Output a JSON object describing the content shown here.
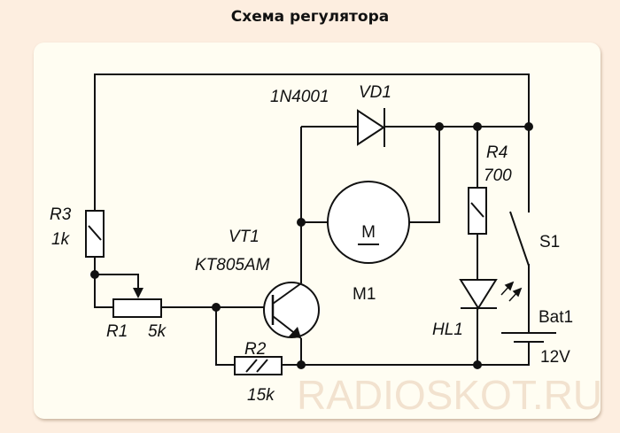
{
  "title": "Схема регулятора",
  "watermark": "RADIOSKOT.RU",
  "components": {
    "diode": {
      "ref": "VD1",
      "part": "1N4001"
    },
    "r4": {
      "ref": "R4",
      "value": "700"
    },
    "r3": {
      "ref": "R3",
      "value": "1k"
    },
    "r1": {
      "ref": "R1",
      "value": "5k"
    },
    "r2": {
      "ref": "R2",
      "value": "15k"
    },
    "transistor": {
      "ref": "VT1",
      "part": "KT805AM"
    },
    "motor": {
      "ref": "M1",
      "symbol": "M"
    },
    "led": {
      "ref": "HL1"
    },
    "switch": {
      "ref": "S1"
    },
    "battery": {
      "ref": "Bat1",
      "value": "12V"
    }
  },
  "colors": {
    "background": "#fdeee0",
    "panel": "#fffdf2",
    "ink": "#111111",
    "watermark": "#f2e2cf"
  }
}
